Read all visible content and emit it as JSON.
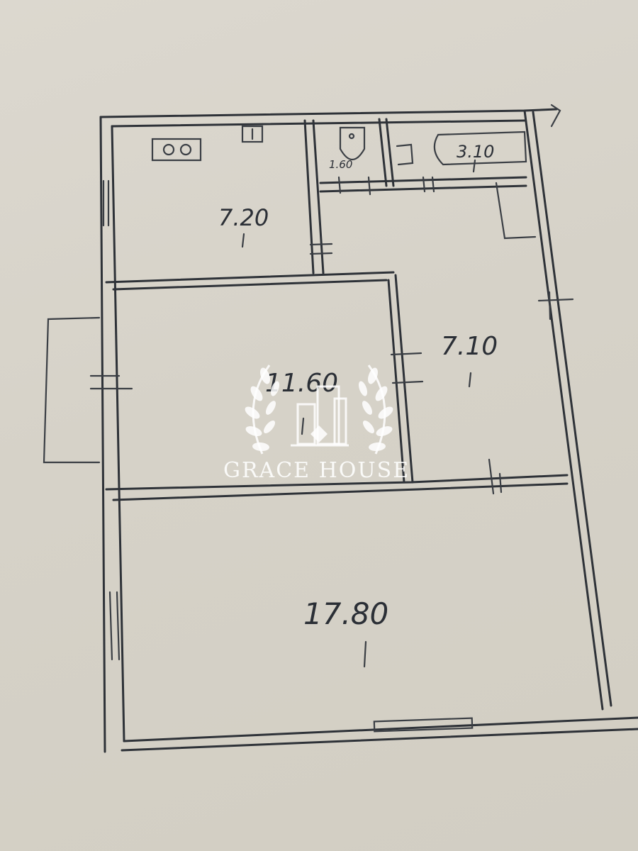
{
  "rooms": {
    "top_left": "7.20",
    "wc": "1.60",
    "bath": "3.10",
    "hall": "7.10",
    "middle": "11.60",
    "bottom": "17.80"
  },
  "watermark": {
    "brand": "GRACE HOUSE"
  }
}
